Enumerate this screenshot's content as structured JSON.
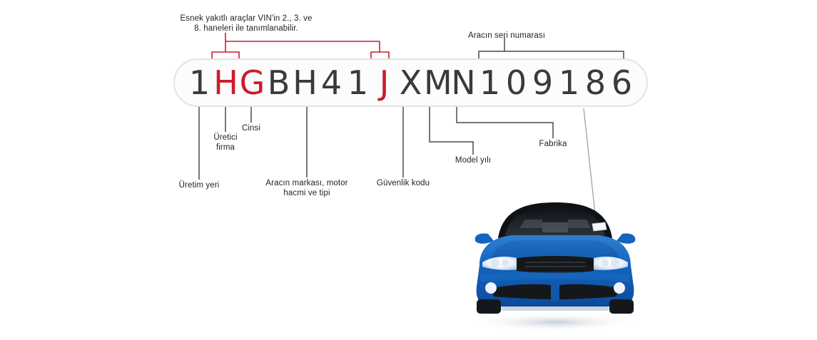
{
  "diagram": {
    "title_hidden": "",
    "vin": {
      "full": "1HGBH41JXMN109186",
      "characters": [
        {
          "char": "1",
          "highlight": false
        },
        {
          "char": "H",
          "highlight": true
        },
        {
          "char": "G",
          "highlight": true
        },
        {
          "char": "B",
          "highlight": false
        },
        {
          "char": "H",
          "highlight": false
        },
        {
          "char": "4",
          "highlight": false
        },
        {
          "char": "1",
          "highlight": false
        },
        {
          "char": "J",
          "highlight": true
        },
        {
          "char": "X",
          "highlight": false
        },
        {
          "char": "M",
          "highlight": false
        },
        {
          "char": "N",
          "highlight": false
        },
        {
          "char": "1",
          "highlight": false
        },
        {
          "char": "0",
          "highlight": false
        },
        {
          "char": "9",
          "highlight": false
        },
        {
          "char": "1",
          "highlight": false
        },
        {
          "char": "8",
          "highlight": false
        },
        {
          "char": "6",
          "highlight": false
        }
      ]
    },
    "annotations": {
      "flex_fuel": "Esnek yakıtlı araçlar VIN'in 2., 3. ve\n8. haneleri ile tanımlanabilir.",
      "serial_number": "Aracın seri numarası",
      "production_place": "Üretim yeri",
      "manufacturer": "Üretici\nfirma",
      "type": "Cinsi",
      "brand_engine": "Aracın markası, motor\nhacmi ve tipi",
      "security_code": "Güvenlik kodu",
      "model_year": "Model yılı",
      "factory": "Fabrika"
    },
    "colors": {
      "highlight": "#cc1b2e",
      "line": "#4a4a4a",
      "text": "#231f20",
      "box_border": "#e3e3e3",
      "car_body": "#1565c0",
      "car_body_dark": "#0d47a1",
      "background": "#ffffff"
    },
    "vehicle": {
      "label": "blue-sedan-front-view",
      "plate_label": "vin-plate-on-dashboard"
    }
  }
}
